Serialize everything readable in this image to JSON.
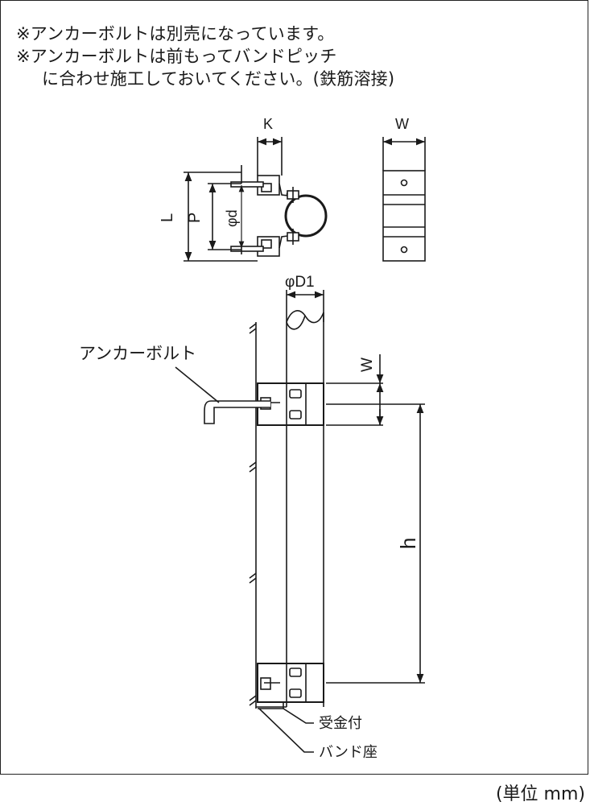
{
  "notes": {
    "line1": "※アンカーボルトは別売になっています。",
    "line2": "※アンカーボルトは前もってバンドピッチ",
    "line3": "に合わせ施工しておいてください。(鉄筋溶接)"
  },
  "dimensions": {
    "K": "K",
    "W_top": "W",
    "L": "L",
    "P": "P",
    "d": "φd",
    "D1": "φD1",
    "W_side": "W",
    "h": "h"
  },
  "callouts": {
    "anchor_bolt": "アンカーボルト",
    "bracket": "受金付",
    "band_seat": "バンド座"
  },
  "unit": "(単位 mm)"
}
